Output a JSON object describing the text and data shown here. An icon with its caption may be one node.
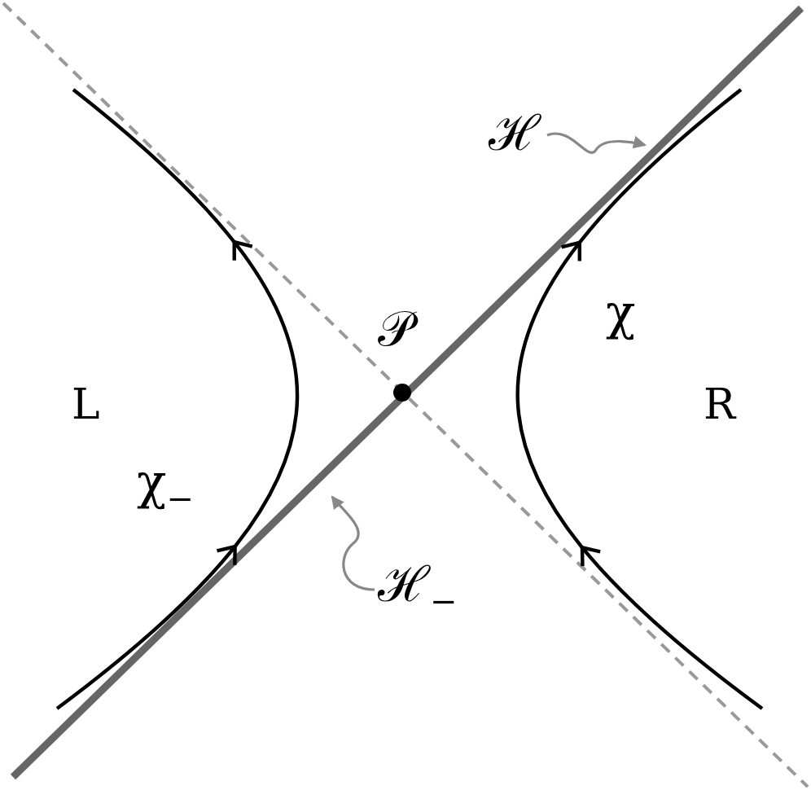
{
  "diagram": {
    "nodes": [
      {
        "text": [
          "ℋ"
        ]
      },
      {
        "text": [
          "ℋ$_{−}$"
        ]
      }
    ],
    "edges": [
      {
        "from": 0,
        "to": null,
        "arrow": "to"
      },
      {
        "from": 1,
        "to": null,
        "arrow": "to"
      }
    ],
    "labels": [
      "𝒫",
      "χ",
      "L",
      "R",
      "χ$_{−}$"
    ]
  }
}
